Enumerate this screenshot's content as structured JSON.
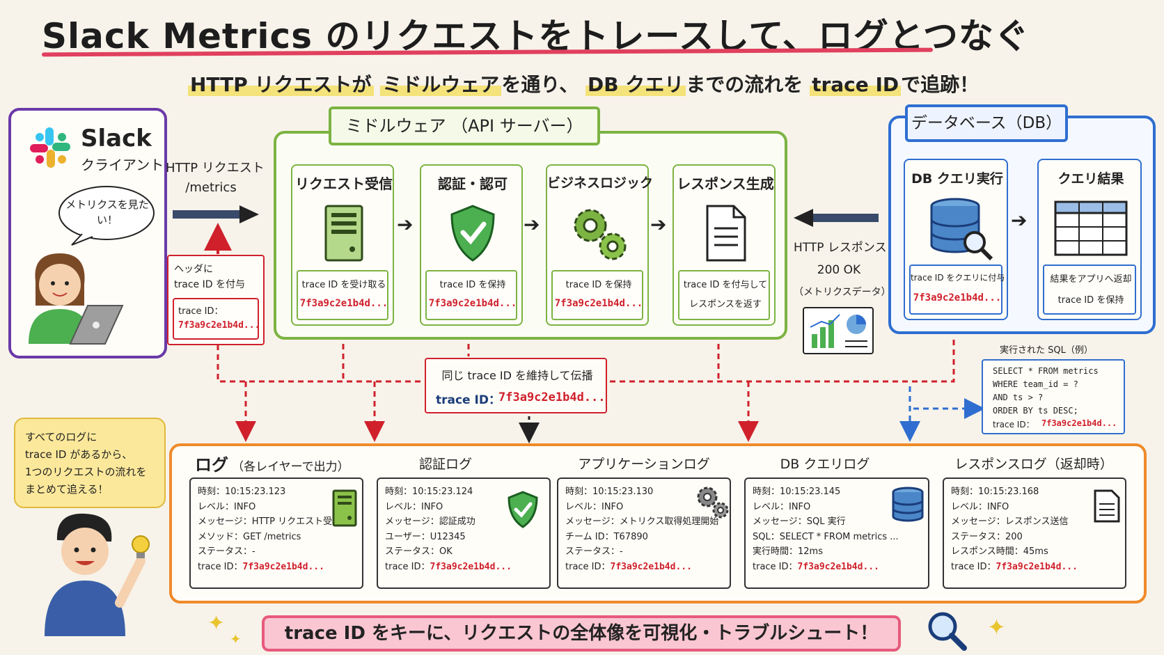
{
  "title": "Slack Metrics のリクエストをトレースして、ログとつなぐ",
  "subtitle": {
    "p1": "HTTP リクエストが",
    "p2": "ミドルウェア",
    "p3": "を通り、",
    "p4": "DB クエリ",
    "p5": "までの流れを",
    "p6": "trace ID",
    "p7": "で追跡！"
  },
  "client": {
    "app": "Slack",
    "label": "クライアント",
    "bubble": "メトリクスを見たい！"
  },
  "request_arrow": {
    "line1": "HTTP リクエスト",
    "line2": "/metrics"
  },
  "header_note": {
    "line1": "ヘッダに",
    "line2": "trace ID を付与",
    "tid_label": "trace ID：",
    "tid": "7f3a9c2e1b4d..."
  },
  "middleware": {
    "title": "ミドルウェア （API サーバー）",
    "stages": [
      {
        "title": "リクエスト受信",
        "desc": "trace ID を受け取る",
        "tid": "7f3a9c2e1b4d..."
      },
      {
        "title": "認証・認可",
        "desc": "trace ID を保持",
        "tid": "7f3a9c2e1b4d..."
      },
      {
        "title": "ビジネスロジック",
        "desc": "trace ID を保持",
        "tid": "7f3a9c2e1b4d..."
      },
      {
        "title": "レスポンス生成",
        "desc1": "trace ID を付与して",
        "desc2": "レスポンスを返す"
      }
    ]
  },
  "response_arrow": {
    "line1": "HTTP レスポンス",
    "line2": "200 OK",
    "line3": "（メトリクスデータ）"
  },
  "database": {
    "title": "データベース（DB）",
    "query": {
      "title": "DB クエリ実行",
      "desc": "trace ID をクエリに付与",
      "tid": "7f3a9c2e1b4d..."
    },
    "result": {
      "title": "クエリ結果",
      "desc1": "結果をアプリへ返却",
      "desc2": "trace ID を保持"
    }
  },
  "propagate": {
    "text": "同じ trace ID を維持して伝播",
    "tid_label": "trace ID：",
    "tid": "7f3a9c2e1b4d..."
  },
  "sql_example": {
    "label": "実行された SQL（例）",
    "lines": [
      "SELECT * FROM metrics",
      "WHERE team_id = ?",
      "AND ts > ?",
      "ORDER BY ts DESC;"
    ],
    "tid_label": "trace ID：",
    "tid": "7f3a9c2e1b4d..."
  },
  "note": {
    "lines": [
      "すべてのログに",
      "trace ID があるから、",
      "1つのリクエストの流れを",
      "まとめて追える！"
    ]
  },
  "logs": {
    "title": "ログ",
    "title_sub": "（各レイヤーで出力）",
    "headers": [
      "認証ログ",
      "アプリケーションログ",
      "DB クエリログ",
      "レスポンスログ（返却時）"
    ],
    "entries": [
      {
        "lines": [
          "時刻：10:15:23.123",
          "レベル：INFO",
          "メッセージ：HTTP リクエスト受信",
          "メソッド：GET /metrics",
          "ステータス：-"
        ],
        "tid_label": "trace ID：",
        "tid": "7f3a9c2e1b4d..."
      },
      {
        "lines": [
          "時刻：10:15:23.124",
          "レベル：INFO",
          "メッセージ：認証成功",
          "ユーザー：U12345",
          "ステータス：OK"
        ],
        "tid_label": "trace ID：",
        "tid": "7f3a9c2e1b4d..."
      },
      {
        "lines": [
          "時刻：10:15:23.130",
          "レベル：INFO",
          "メッセージ：メトリクス取得処理開始",
          "チーム ID：T67890",
          "ステータス：-"
        ],
        "tid_label": "trace ID：",
        "tid": "7f3a9c2e1b4d..."
      },
      {
        "lines": [
          "時刻：10:15:23.145",
          "レベル：INFO",
          "メッセージ：SQL 実行",
          "SQL：SELECT * FROM metrics ...",
          "実行時間：12ms"
        ],
        "tid_label": "trace ID：",
        "tid": "7f3a9c2e1b4d..."
      },
      {
        "lines": [
          "時刻：10:15:23.168",
          "レベル：INFO",
          "メッセージ：レスポンス送信",
          "ステータス：200",
          "レスポンス時間：45ms"
        ],
        "tid_label": "trace ID：",
        "tid": "7f3a9c2e1b4d..."
      }
    ]
  },
  "footer": "trace ID をキーに、リクエストの全体像を可視化・トラブルシュート！",
  "colors": {
    "client": "#6a3aa8",
    "middleware": "#7cb342",
    "database": "#2f6ed0",
    "logs": "#ef8a2a",
    "trace": "#d0202c",
    "footer": "#e75a7c"
  }
}
